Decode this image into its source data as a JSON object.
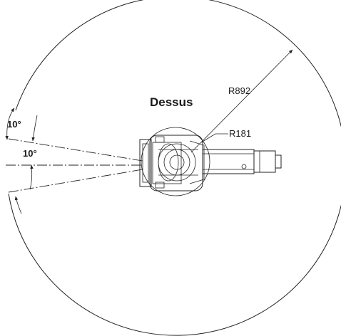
{
  "title": "Dessus",
  "dimensions": {
    "outer_radius_label": "R892",
    "inner_radius_label": "R181"
  },
  "angles": {
    "upper_label": "10°",
    "lower_label": "10°"
  }
}
